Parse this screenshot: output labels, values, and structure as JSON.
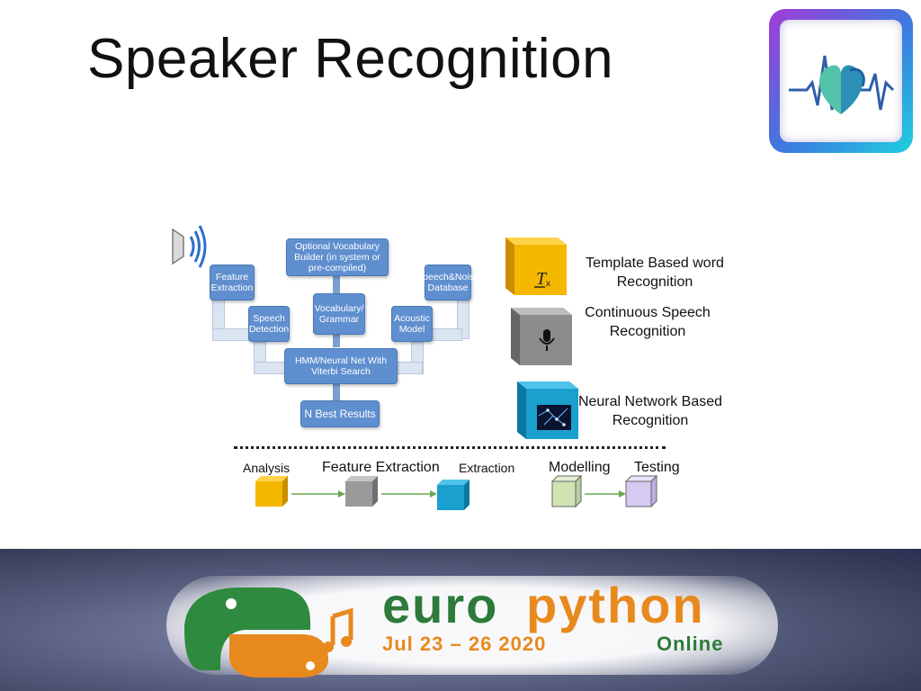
{
  "slide": {
    "title": "Speaker Recognition"
  },
  "diagram": {
    "nodes": {
      "vocab_builder": "Optional Vocabulary Builder (in system or pre-compiled)",
      "feature_extraction": "Feature Extraction",
      "speech_noise_db": "Speech&Noise Database",
      "speech_detection": "Speech Detection",
      "vocabulary_grammar": "Vocabulary/ Grammar",
      "acoustic_model": "Acoustic Model",
      "hmm_net": "HMM/Neural Net With Viterbi Search",
      "n_best": "N Best Results"
    }
  },
  "approaches": [
    {
      "label": "Template Based word Recognition",
      "color": "#f5b800",
      "icon": "text-clear-format-icon"
    },
    {
      "label": "Continuous Speech Recognition",
      "color": "#8c8c8c",
      "icon": "microphone-icon"
    },
    {
      "label": "Neural Network Based Recognition",
      "color": "#1aa0cf",
      "icon": "neural-network-image"
    }
  ],
  "stages": {
    "analysis": "Analysis",
    "feature_extraction": "Feature Extraction",
    "extraction_overlap": "Extraction",
    "modelling": "Modelling",
    "testing": "Testing"
  },
  "stage_colors": {
    "analysis": "#f5b800",
    "feature_extraction": "#9a9a9a",
    "extraction": "#1aa0cf",
    "modelling": "#cfe3b3",
    "testing": "#d6c9f2"
  },
  "banner": {
    "brand_euro": "euro",
    "brand_python": "python",
    "dates": "Jul 23 – 26 2020",
    "mode": "Online",
    "euro_color": "#2d7a3a",
    "python_color": "#e8891e"
  }
}
